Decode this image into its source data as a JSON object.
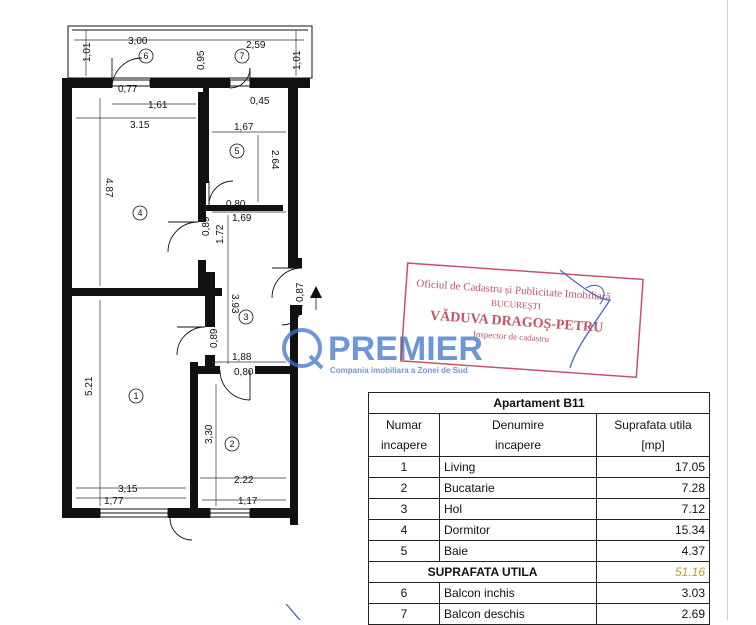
{
  "dims": {
    "top_3_00": "3,00",
    "top_2_59": "2,59",
    "left_1_01": "1,01",
    "right_1_01": "1,01",
    "d_0_95": "0,95",
    "d_0_77": "0,77",
    "d_1_61": "1,61",
    "d_0_45": "0,45",
    "d_3_15_top": "3.15",
    "d_1_67": "1,67",
    "d_2_64": "2.64",
    "d_4_87": "4.87",
    "d_0_80_top": "0,80",
    "d_1_69": "1,69",
    "d_0_89_top": "0,89",
    "d_1_72": "1.72",
    "d_3_93": "3.93",
    "d_0_87": "0,87",
    "d_0_89_bot": "0,89",
    "d_1_88": "1,88",
    "d_0_80_bot": "0,80",
    "d_5_21": "5.21",
    "d_3_30": "3,30",
    "d_2_22": "2.22",
    "d_3_15_bot": "3,15",
    "d_1_77": "1,77",
    "d_1_17": "1,17"
  },
  "room_numbers": [
    "1",
    "2",
    "3",
    "4",
    "5",
    "6",
    "7"
  ],
  "watermark": {
    "brand": "PREMIER",
    "tagline": "Compania imobiliara a Zonei de Sud"
  },
  "stamp": {
    "line1": "Oficiul de Cadastru și Publicitate Imobiliară",
    "line2": "BUCUREȘTI",
    "line3": "VĂDUVA DRAGOȘ-PETRU",
    "line4": "Inspector de cadastru"
  },
  "colors": {
    "wall": "#111111",
    "stamp": "#c0334a",
    "watermark": "#3b73c8",
    "sum": "#c79a2a"
  },
  "table": {
    "title": "Apartament  B11",
    "headers": {
      "num": [
        "Numar",
        "incapere"
      ],
      "name": [
        "Denumire",
        "incapere"
      ],
      "area": [
        "Suprafata utila",
        "[mp]"
      ]
    },
    "rows": [
      {
        "num": "1",
        "name": "Living",
        "area": "17.05"
      },
      {
        "num": "2",
        "name": "Bucatarie",
        "area": "7.28"
      },
      {
        "num": "3",
        "name": "Hol",
        "area": "7.12"
      },
      {
        "num": "4",
        "name": "Dormitor",
        "area": "15.34"
      },
      {
        "num": "5",
        "name": "Baie",
        "area": "4.37"
      }
    ],
    "summary_label": "SUPRAFATA UTILA",
    "summary_value": "51.16",
    "balcony_rows": [
      {
        "num": "6",
        "name": "Balcon inchis",
        "area": "3.03"
      },
      {
        "num": "7",
        "name": "Balcon deschis",
        "area": "2.69"
      }
    ]
  }
}
